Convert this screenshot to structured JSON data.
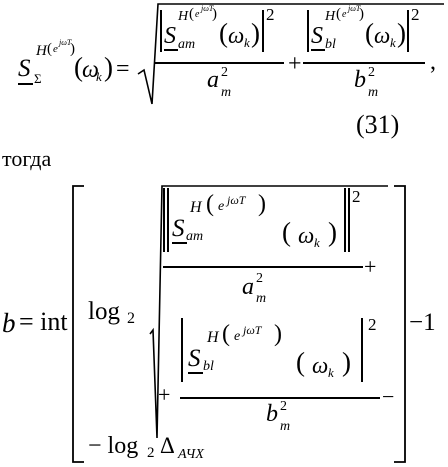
{
  "eq31": {
    "S": "S",
    "sum_sub": "Σ",
    "H": "H",
    "lp": "(",
    "rp": ")",
    "e": "e",
    "jwT": "jωT",
    "omega": "ω",
    "k": "k",
    "eq": "=",
    "am": "am",
    "bl": "bl",
    "a": "a",
    "b": "b",
    "m": "m",
    "two": "2",
    "plus": "+",
    "comma": ",",
    "number": "(31)"
  },
  "text": {
    "togda": "тогда"
  },
  "eq_b": {
    "b": "b",
    "eq": "= int",
    "log2": "log",
    "two": "2",
    "S": "S",
    "H": "H",
    "e": "e",
    "jwT": "jωT",
    "omega": "ω",
    "k": "k",
    "am": "am",
    "bl": "bl",
    "a": "a",
    "b2": "b",
    "m": "m",
    "sq": "2",
    "plus": "+",
    "minus": "−",
    "minus1": "−1",
    "minuslog": "− log",
    "delta": "Δ",
    "achx": "АЧХ"
  }
}
